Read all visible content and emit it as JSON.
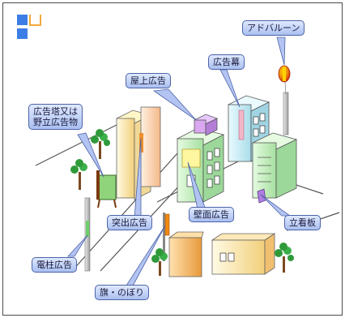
{
  "logo": {
    "colors": [
      "#3d7ee6",
      "#f2a93c"
    ]
  },
  "callouts": {
    "advaloon": "アドバルーン",
    "banner": "広告幕",
    "rooftop": "屋上広告",
    "tower_line1": "広告塔又は",
    "tower_line2": "野立広告物",
    "protruding": "突出広告",
    "wall": "壁面広告",
    "standing_sign": "立看板",
    "pole": "電柱広告",
    "flag": "旗・のぼり"
  },
  "colors": {
    "callout_fill": "#bccbf5",
    "callout_border": "#4d63a8",
    "building_green": "#c8f2c4",
    "building_cyan": "#cdeef5",
    "building_cream": "#ffe6a0",
    "building_orange": "#f4b860",
    "tree_green": "#2f9a3a",
    "balloon_red": "#e02a1a",
    "balloon_yellow": "#ffd200"
  }
}
